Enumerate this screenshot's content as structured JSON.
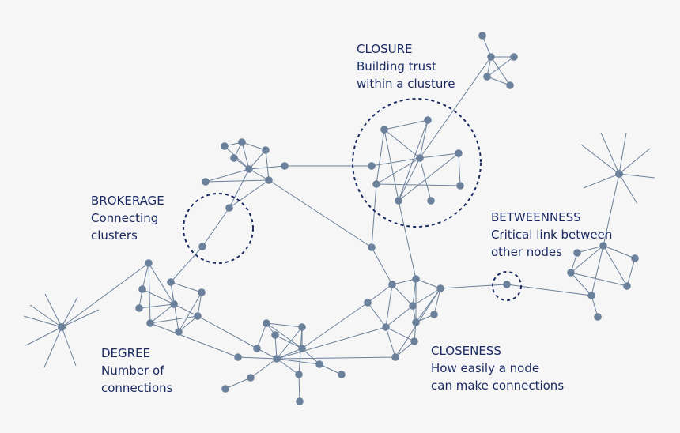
{
  "colors": {
    "background": "#f6f6f6",
    "node": "#6b809a",
    "edge": "#6b809a",
    "text": "#1b2a63",
    "highlight_circle": "#1b2a63"
  },
  "annotations": {
    "closure": {
      "title": "CLOSURE",
      "line1": "Building trust",
      "line2": "within a clusture"
    },
    "brokerage": {
      "title": "BROKERAGE",
      "line1": "Connecting",
      "line2": "clusters"
    },
    "betweenness": {
      "title": "BETWEENNESS",
      "line1": "Critical link between",
      "line2": "other nodes"
    },
    "degree": {
      "title": "DEGREE",
      "line1": "Number of",
      "line2": "connections"
    },
    "closeness": {
      "title": "CLOSENESS",
      "line1": "How easily a node",
      "line2": "can make connections"
    }
  }
}
